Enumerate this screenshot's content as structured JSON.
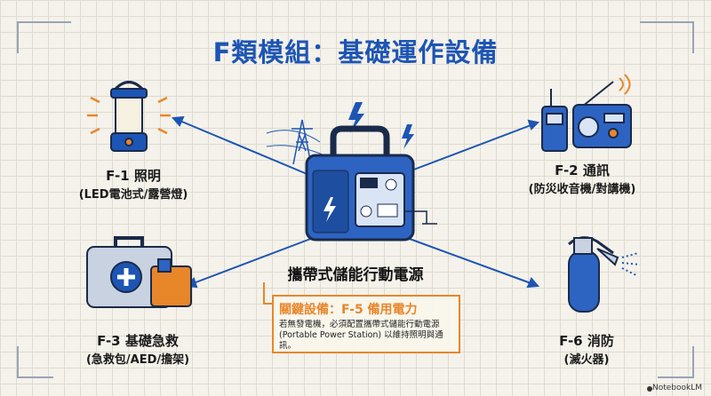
{
  "title": "F類模組：基礎運作設備",
  "center": {
    "label": "攜帶式儲能行動電源"
  },
  "items": [
    {
      "id": "F-1",
      "title": "F-1 照明",
      "subtitle": "(LED電池式/露營燈)"
    },
    {
      "id": "F-2",
      "title": "F-2 通訊",
      "subtitle": "(防災收音機/對講機)"
    },
    {
      "id": "F-3",
      "title": "F-3 基礎急救",
      "subtitle": "(急救包/AED/擔架)"
    },
    {
      "id": "F-6",
      "title": "F-6 消防",
      "subtitle": "(滅火器)"
    }
  ],
  "callout": {
    "heading": "關鍵設備：F-5 備用電力",
    "body": "若無發電機，必須配置攜帶式儲能行動電源 (Portable Power Station) 以維持照明與通訊。"
  },
  "footer": "NotebookLM",
  "colors": {
    "blue": "#1d55b4",
    "orange": "#e8862a"
  }
}
